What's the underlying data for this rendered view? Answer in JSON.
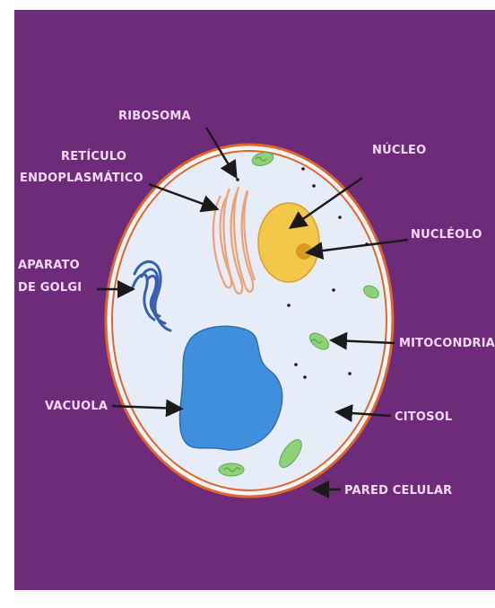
{
  "labels": {
    "ribosoma": "RIBOSOMA",
    "reticulo_line1": "RETÍCULO",
    "reticulo_line2": "ENDOPLASMÁTICO",
    "nucleo": "NÚCLEO",
    "nucleolo": "NUCLÉOLO",
    "golgi_line1": "APARATO",
    "golgi_line2": "DE GOLGI",
    "mitocondria": "MITOCONDRIA",
    "vacuola": "VACUOLA",
    "citosol": "CITOSOL",
    "pared_celular": "PARED CELULAR"
  },
  "colors": {
    "background": "#6e2b7a",
    "label_text": "#f3d7f5",
    "cell_fill": "#e6edf8",
    "cell_wall": "#e0662a",
    "nucleus": "#f2c84a",
    "nucleolus": "#d99a1e",
    "vacuole": "#3f8fdc",
    "golgi": "#3a5fb0",
    "reticulum": "#f0a070",
    "mitochondria": "#8fd07a",
    "arrow": "#1a1a1a"
  }
}
